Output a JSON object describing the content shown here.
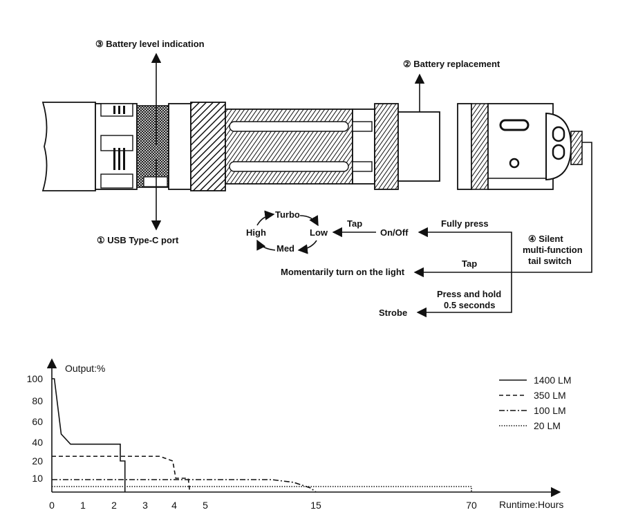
{
  "callouts": {
    "battery_level": "③ Battery level indication",
    "battery_replacement": "② Battery replacement",
    "usb_port": "① USB Type-C port",
    "tail_switch_line1": "④ Silent",
    "tail_switch_line2": "multi-function",
    "tail_switch_line3": "tail switch"
  },
  "modes": {
    "turbo": "Turbo",
    "high": "High",
    "low": "Low",
    "med": "Med"
  },
  "operations": {
    "on_off": "On/Off",
    "tap_mode": "Tap",
    "fully_press": "Fully press",
    "momentary": "Momentarily turn on the light",
    "tap_momentary": "Tap",
    "press_hold_line1": "Press and hold",
    "press_hold_line2": "0.5 seconds",
    "strobe": "Strobe"
  },
  "chart_data": {
    "type": "line",
    "ylabel": "Output:%",
    "xlabel": "Runtime:Hours",
    "x_ticks": [
      "0",
      "1",
      "2",
      "3",
      "4",
      "5",
      "15",
      "70"
    ],
    "y_ticks": [
      "10",
      "20",
      "40",
      "60",
      "80",
      "100"
    ],
    "series": [
      {
        "name": "1400 LM",
        "style": "solid",
        "points": [
          [
            0,
            100
          ],
          [
            0.08,
            100
          ],
          [
            0.3,
            48
          ],
          [
            0.6,
            38
          ],
          [
            2.2,
            38
          ],
          [
            2.2,
            20
          ],
          [
            2.35,
            20
          ],
          [
            2.35,
            0
          ]
        ]
      },
      {
        "name": "350 LM",
        "style": "dashed",
        "points": [
          [
            0,
            25
          ],
          [
            3.5,
            25
          ],
          [
            3.95,
            20
          ],
          [
            4.05,
            10
          ],
          [
            4.45,
            10
          ],
          [
            4.5,
            0
          ]
        ]
      },
      {
        "name": "100 LM",
        "style": "dashdot",
        "points": [
          [
            0,
            9
          ],
          [
            11,
            9
          ],
          [
            13,
            7
          ],
          [
            14.5,
            3
          ],
          [
            15,
            0
          ]
        ]
      },
      {
        "name": "20 LM",
        "style": "dotted",
        "points": [
          [
            0,
            4
          ],
          [
            70,
            4
          ],
          [
            70,
            0
          ]
        ]
      }
    ]
  }
}
